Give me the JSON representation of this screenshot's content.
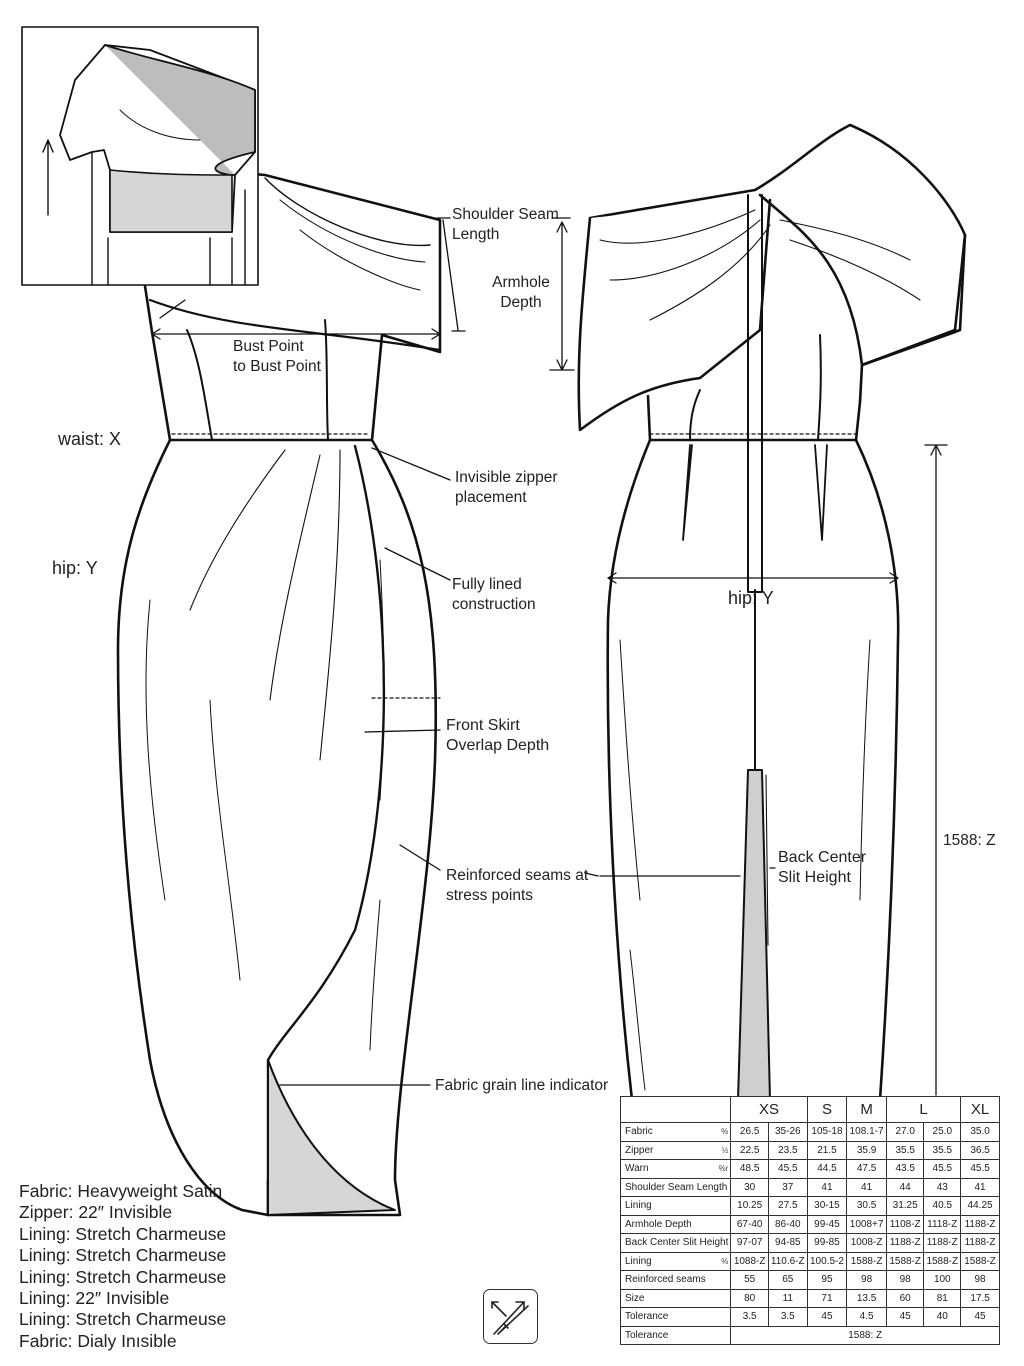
{
  "labels": {
    "shoulder_seam": [
      "Shoulder Seam",
      "Length"
    ],
    "armhole": [
      "Armhole",
      "Depth"
    ],
    "bust": [
      "Bust Point",
      "to Bust Point"
    ],
    "waist": "waist: X",
    "hip_front": "hip: Y",
    "hip_back": "hip: Y",
    "zipper": [
      "Invisible zipper",
      "placement"
    ],
    "lined": [
      "Fully lined",
      "construction"
    ],
    "overlap": [
      "Front Skirt",
      "Overlap Depth"
    ],
    "reinforced": [
      "Reinforced seams at",
      "stress points"
    ],
    "grain": "Fabric grain line indicator",
    "slit": [
      "Back Center",
      "Slit Height"
    ],
    "length": "1588: Z"
  },
  "notes": [
    "Fabric: Heavyweight Satin",
    "Zipper: 22″ Invisible",
    "Lining: Stretch Charmeuse",
    "Lining: Stretch Charmeuse",
    "Lining: Stretch Charmeuse",
    "Lining: 22″ Invisible",
    "Lining: Stretch Charmeuse",
    "Fabric: Dialy Inısible"
  ],
  "table": {
    "headers": [
      "XS",
      "S",
      "M",
      "L",
      "XL"
    ],
    "rows": [
      {
        "label": "Fabric",
        "unit": "%",
        "values": [
          "26.5",
          "35-26",
          "105-18",
          "108.1-7",
          "27.0",
          "25.0",
          "35.0"
        ]
      },
      {
        "label": "Zipper",
        "unit": "½",
        "values": [
          "22.5",
          "23.5",
          "21.5",
          "35.9",
          "35.5",
          "35.5",
          "36.5"
        ]
      },
      {
        "label": "Warn",
        "unit": "%r",
        "values": [
          "48.5",
          "45.5",
          "44.5",
          "47.5",
          "43.5",
          "45.5",
          "45.5"
        ]
      },
      {
        "label": "Shoulder Seam Length",
        "unit": "",
        "values": [
          "30",
          "37",
          "41",
          "41",
          "44",
          "43",
          "41"
        ]
      },
      {
        "label": "Lining",
        "unit": "",
        "values": [
          "10.25",
          "27.5",
          "30-15",
          "30.5",
          "31.25",
          "40.5",
          "44.25"
        ]
      },
      {
        "label": "Armhole Depth",
        "unit": "",
        "values": [
          "67-40",
          "86-40",
          "99-45",
          "1008+7",
          "1108-Z",
          "1118-Z",
          "1188-Z"
        ]
      },
      {
        "label": "Back Center Slit Height",
        "unit": "",
        "values": [
          "97-07",
          "94-85",
          "99-85",
          "1008-Z",
          "1188-Z",
          "1188-Z",
          "1188-Z"
        ]
      },
      {
        "label": "Lining",
        "unit": "%",
        "values": [
          "1088-Z",
          "110.6-Z",
          "100.5-2",
          "1588-Z",
          "1588-Z",
          "1588-Z",
          "1588-Z"
        ]
      },
      {
        "label": "Reinforced seams",
        "unit": "",
        "values": [
          "55",
          "65",
          "95",
          "98",
          "98",
          "100",
          "98"
        ]
      },
      {
        "label": "Size",
        "unit": "",
        "values": [
          "80",
          "11",
          "71",
          "13.5",
          "60",
          "81",
          "17.5"
        ]
      },
      {
        "label": "Tolerance",
        "unit": "",
        "values": [
          "3.5",
          "3.5",
          "45",
          "4.5",
          "45",
          "40",
          "45"
        ]
      }
    ],
    "footer": {
      "label": "Tolerance",
      "value": "1588: Z"
    }
  },
  "icons": {
    "grain": "grain-arrow-icon"
  }
}
